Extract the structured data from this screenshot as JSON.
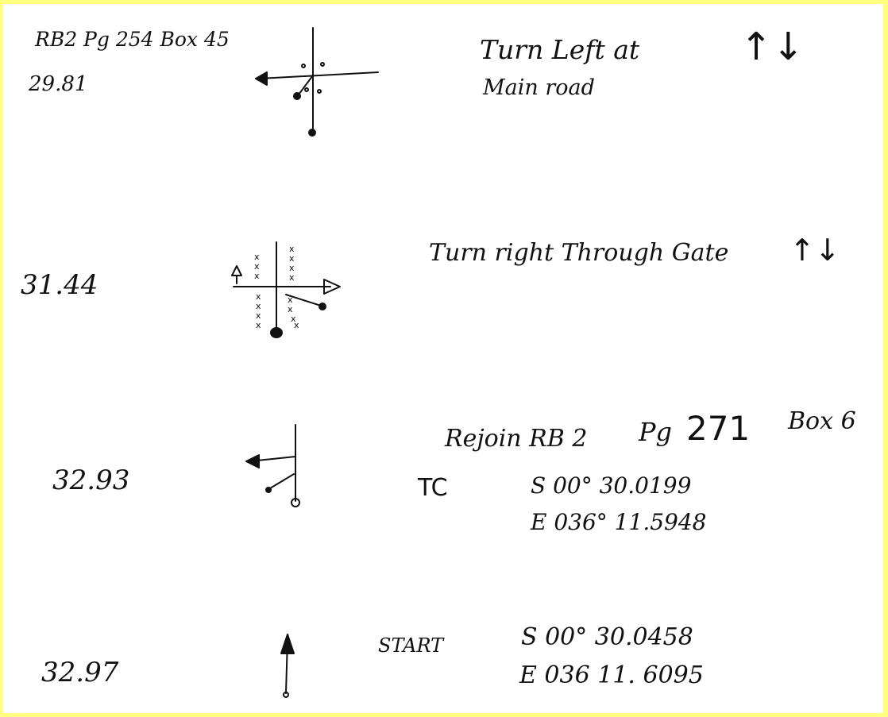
{
  "entries": [
    {
      "distance": "29.81",
      "reference": "RB2 Pg 254 Box 45",
      "instruction_line1": "Turn Left at",
      "instruction_line2": "Main road",
      "arrows": "↑↓"
    },
    {
      "distance": "31.44",
      "instruction_line1": "Turn right Through Gate",
      "arrows": "↑↓"
    },
    {
      "distance": "32.93",
      "instruction_line1": "Rejoin RB 2",
      "page_prefix": "Pg",
      "page_number": "271",
      "box": "Box 6",
      "label": "TC",
      "coord_s": "S 00° 30.0199",
      "coord_e": "E 036° 11.5948"
    },
    {
      "distance": "32.97",
      "label": "START",
      "coord_s": "S 00° 30.0458",
      "coord_e": "E 036 11. 6095"
    }
  ],
  "colors": {
    "border": "#ffff80",
    "paper": "#ffffff",
    "ink": "#111111"
  }
}
